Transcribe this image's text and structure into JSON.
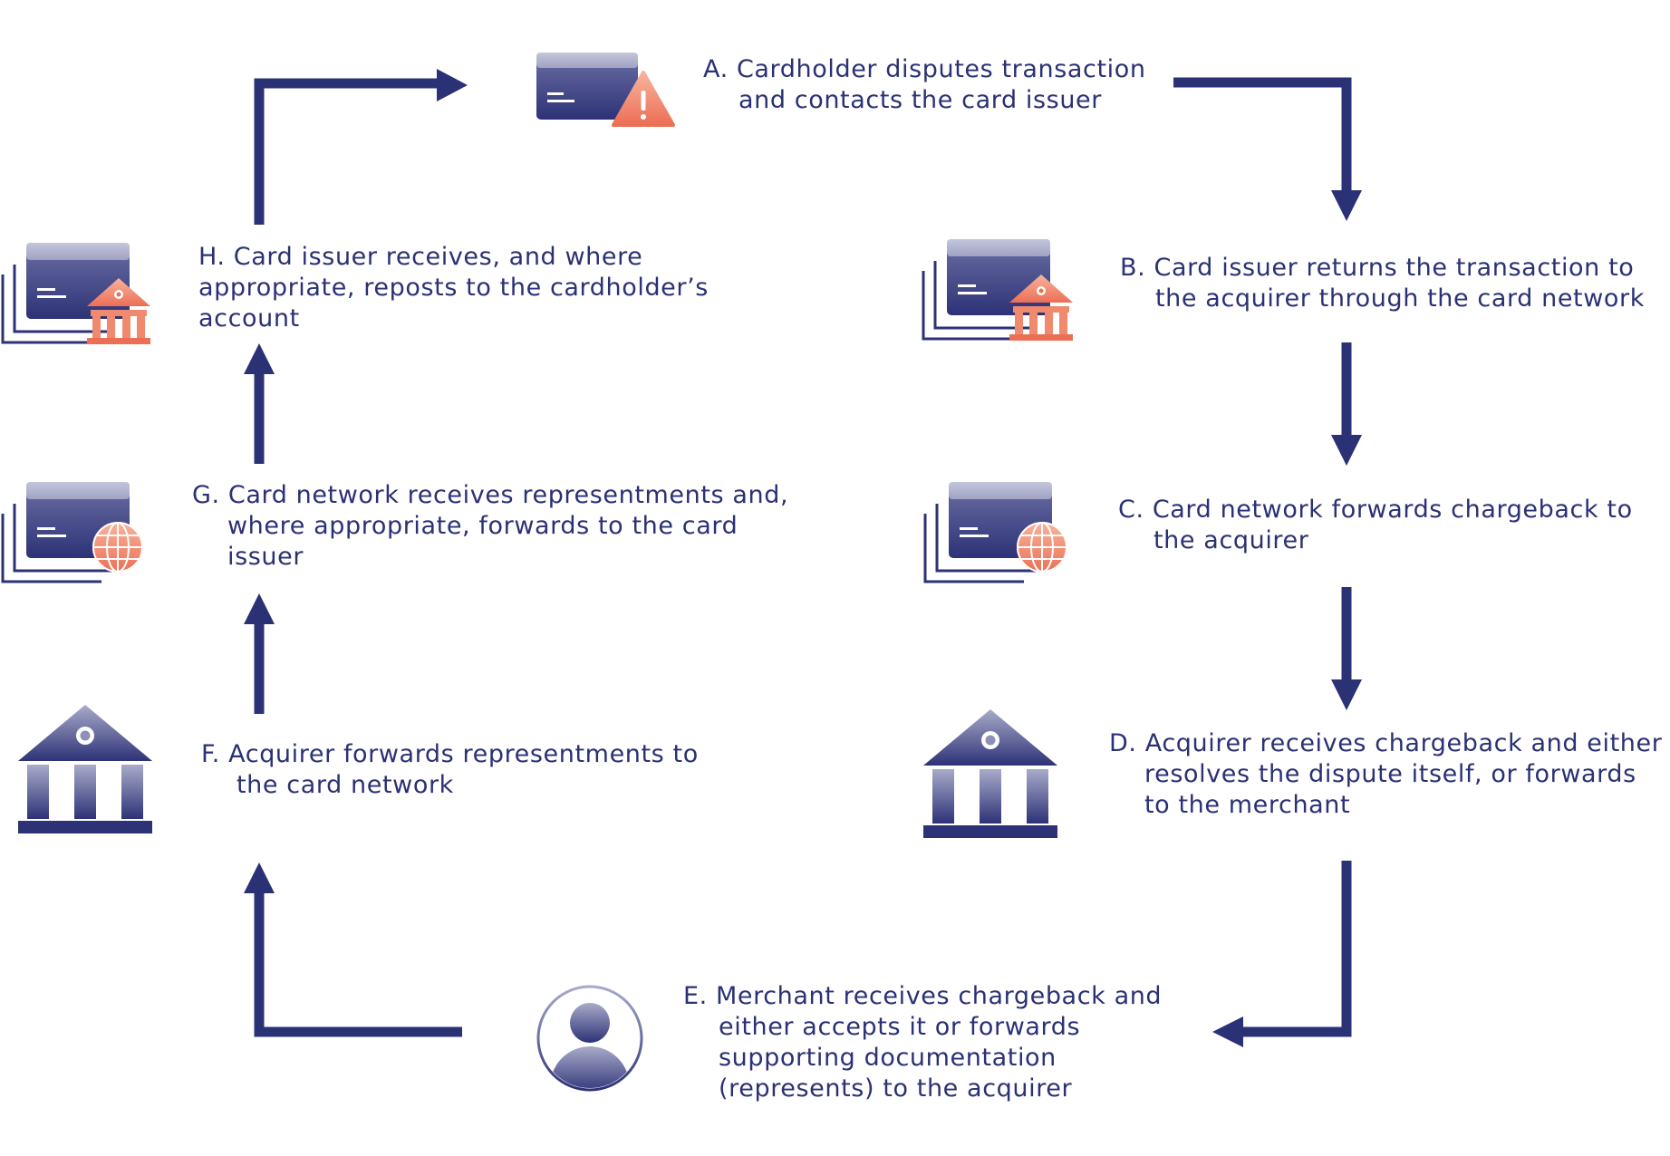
{
  "colors": {
    "navy": "#2a3174",
    "icon_top": "#a8abc9",
    "icon_bottom": "#2d3277",
    "accent_light": "#f7b49c",
    "accent_dark": "#ec6f55"
  },
  "steps": {
    "a": {
      "icon": "card-warning-icon",
      "lines": [
        "A. Cardholder disputes transaction",
        "and contacts the card issuer"
      ]
    },
    "b": {
      "icon": "card-stack-bank-icon",
      "lines": [
        "B. Card issuer returns the transaction to",
        "the acquirer through the card network"
      ]
    },
    "c": {
      "icon": "card-stack-globe-icon",
      "lines": [
        "C. Card network forwards chargeback to",
        "the acquirer"
      ]
    },
    "d": {
      "icon": "bank-icon",
      "lines": [
        "D. Acquirer receives chargeback and either",
        "resolves the dispute itself, or forwards",
        "to the merchant"
      ]
    },
    "e": {
      "icon": "person-icon",
      "lines": [
        "E. Merchant receives chargeback and",
        "either accepts it or forwards",
        "supporting documentation",
        "(represents) to the acquirer"
      ]
    },
    "f": {
      "icon": "bank-icon",
      "lines": [
        "F. Acquirer forwards representments to",
        "the card network"
      ]
    },
    "g": {
      "icon": "card-stack-globe-icon",
      "lines": [
        "G. Card network receives representments and,",
        "where appropriate, forwards to the card",
        "issuer"
      ]
    },
    "h": {
      "icon": "card-stack-bank-icon",
      "lines": [
        "H. Card issuer receives, and where",
        "appropriate, reposts to the cardholder’s",
        "account"
      ]
    }
  }
}
